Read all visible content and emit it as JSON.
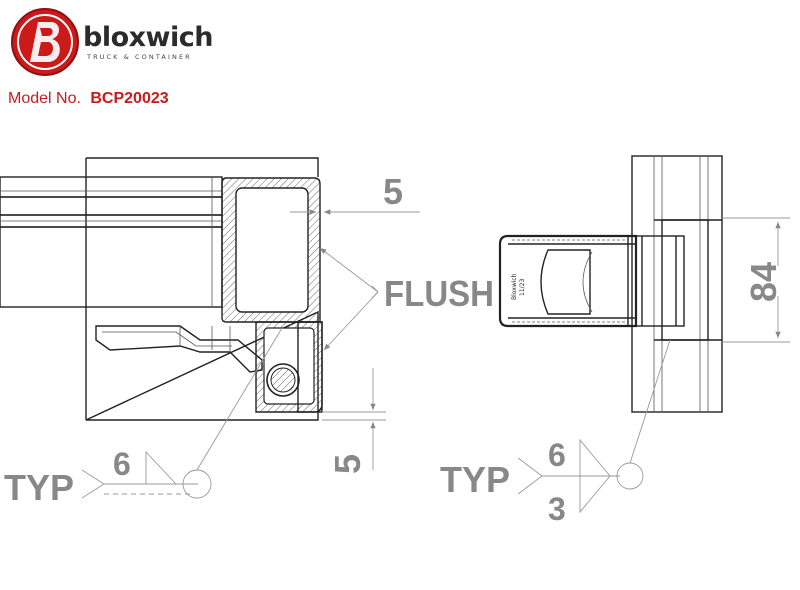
{
  "brand": {
    "name": "bloxwich",
    "tagline": "TRUCK & CONTAINER",
    "logo_color": "#cc1a1a"
  },
  "model": {
    "label": "Model No.",
    "value": "BCP20023"
  },
  "annotations": {
    "flush": "FLUSH",
    "dim_top_gap": "5",
    "dim_bottom_gap": "5",
    "dim_height": "84",
    "weld_left_type": "TYP",
    "weld_left_size": "6",
    "weld_right_type": "TYP",
    "weld_right_size": "6",
    "weld_right_size_other": "3",
    "stamp_line1": "11/23",
    "stamp_line2": "Bloxwich"
  },
  "colors": {
    "accent_red": "#cc1a1a",
    "dimension_gray": "#888888",
    "outline": "#222222"
  }
}
